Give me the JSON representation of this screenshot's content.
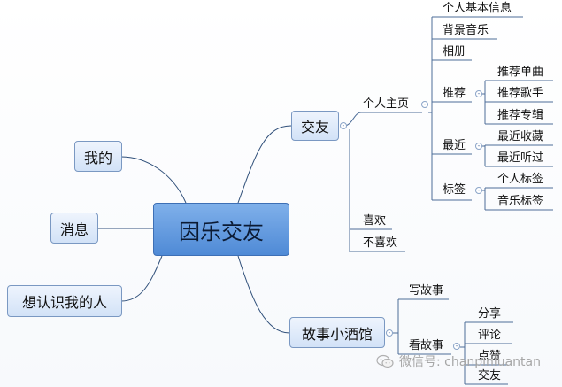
{
  "root": {
    "label": "因乐交友"
  },
  "left_branches": [
    {
      "label": "我的"
    },
    {
      "label": "消息"
    },
    {
      "label": "想认识我的人"
    }
  ],
  "friends": {
    "label": "交友",
    "home": {
      "label": "个人主页",
      "basic_info": "个人基本信息",
      "bg_music": "背景音乐",
      "album": "相册",
      "recommend": {
        "label": "推荐",
        "items": [
          "推荐单曲",
          "推荐歌手",
          "推荐专辑"
        ]
      },
      "recent": {
        "label": "最近",
        "items": [
          "最近收藏",
          "最近听过"
        ]
      },
      "tags": {
        "label": "标签",
        "items": [
          "个人标签",
          "音乐标签"
        ]
      }
    },
    "like": "喜欢",
    "dislike": "不喜欢"
  },
  "tavern": {
    "label": "故事小酒馆",
    "write": "写故事",
    "read": {
      "label": "看故事",
      "items": [
        "分享",
        "评论",
        "点赞",
        "交友"
      ]
    }
  },
  "watermark": {
    "text": "微信号: chanpinluantan"
  },
  "colors": {
    "root_fill": "#5f98dd",
    "node_fill": "#dce8f8",
    "node_border": "#7a98c2",
    "link": "#2f4f7a"
  }
}
